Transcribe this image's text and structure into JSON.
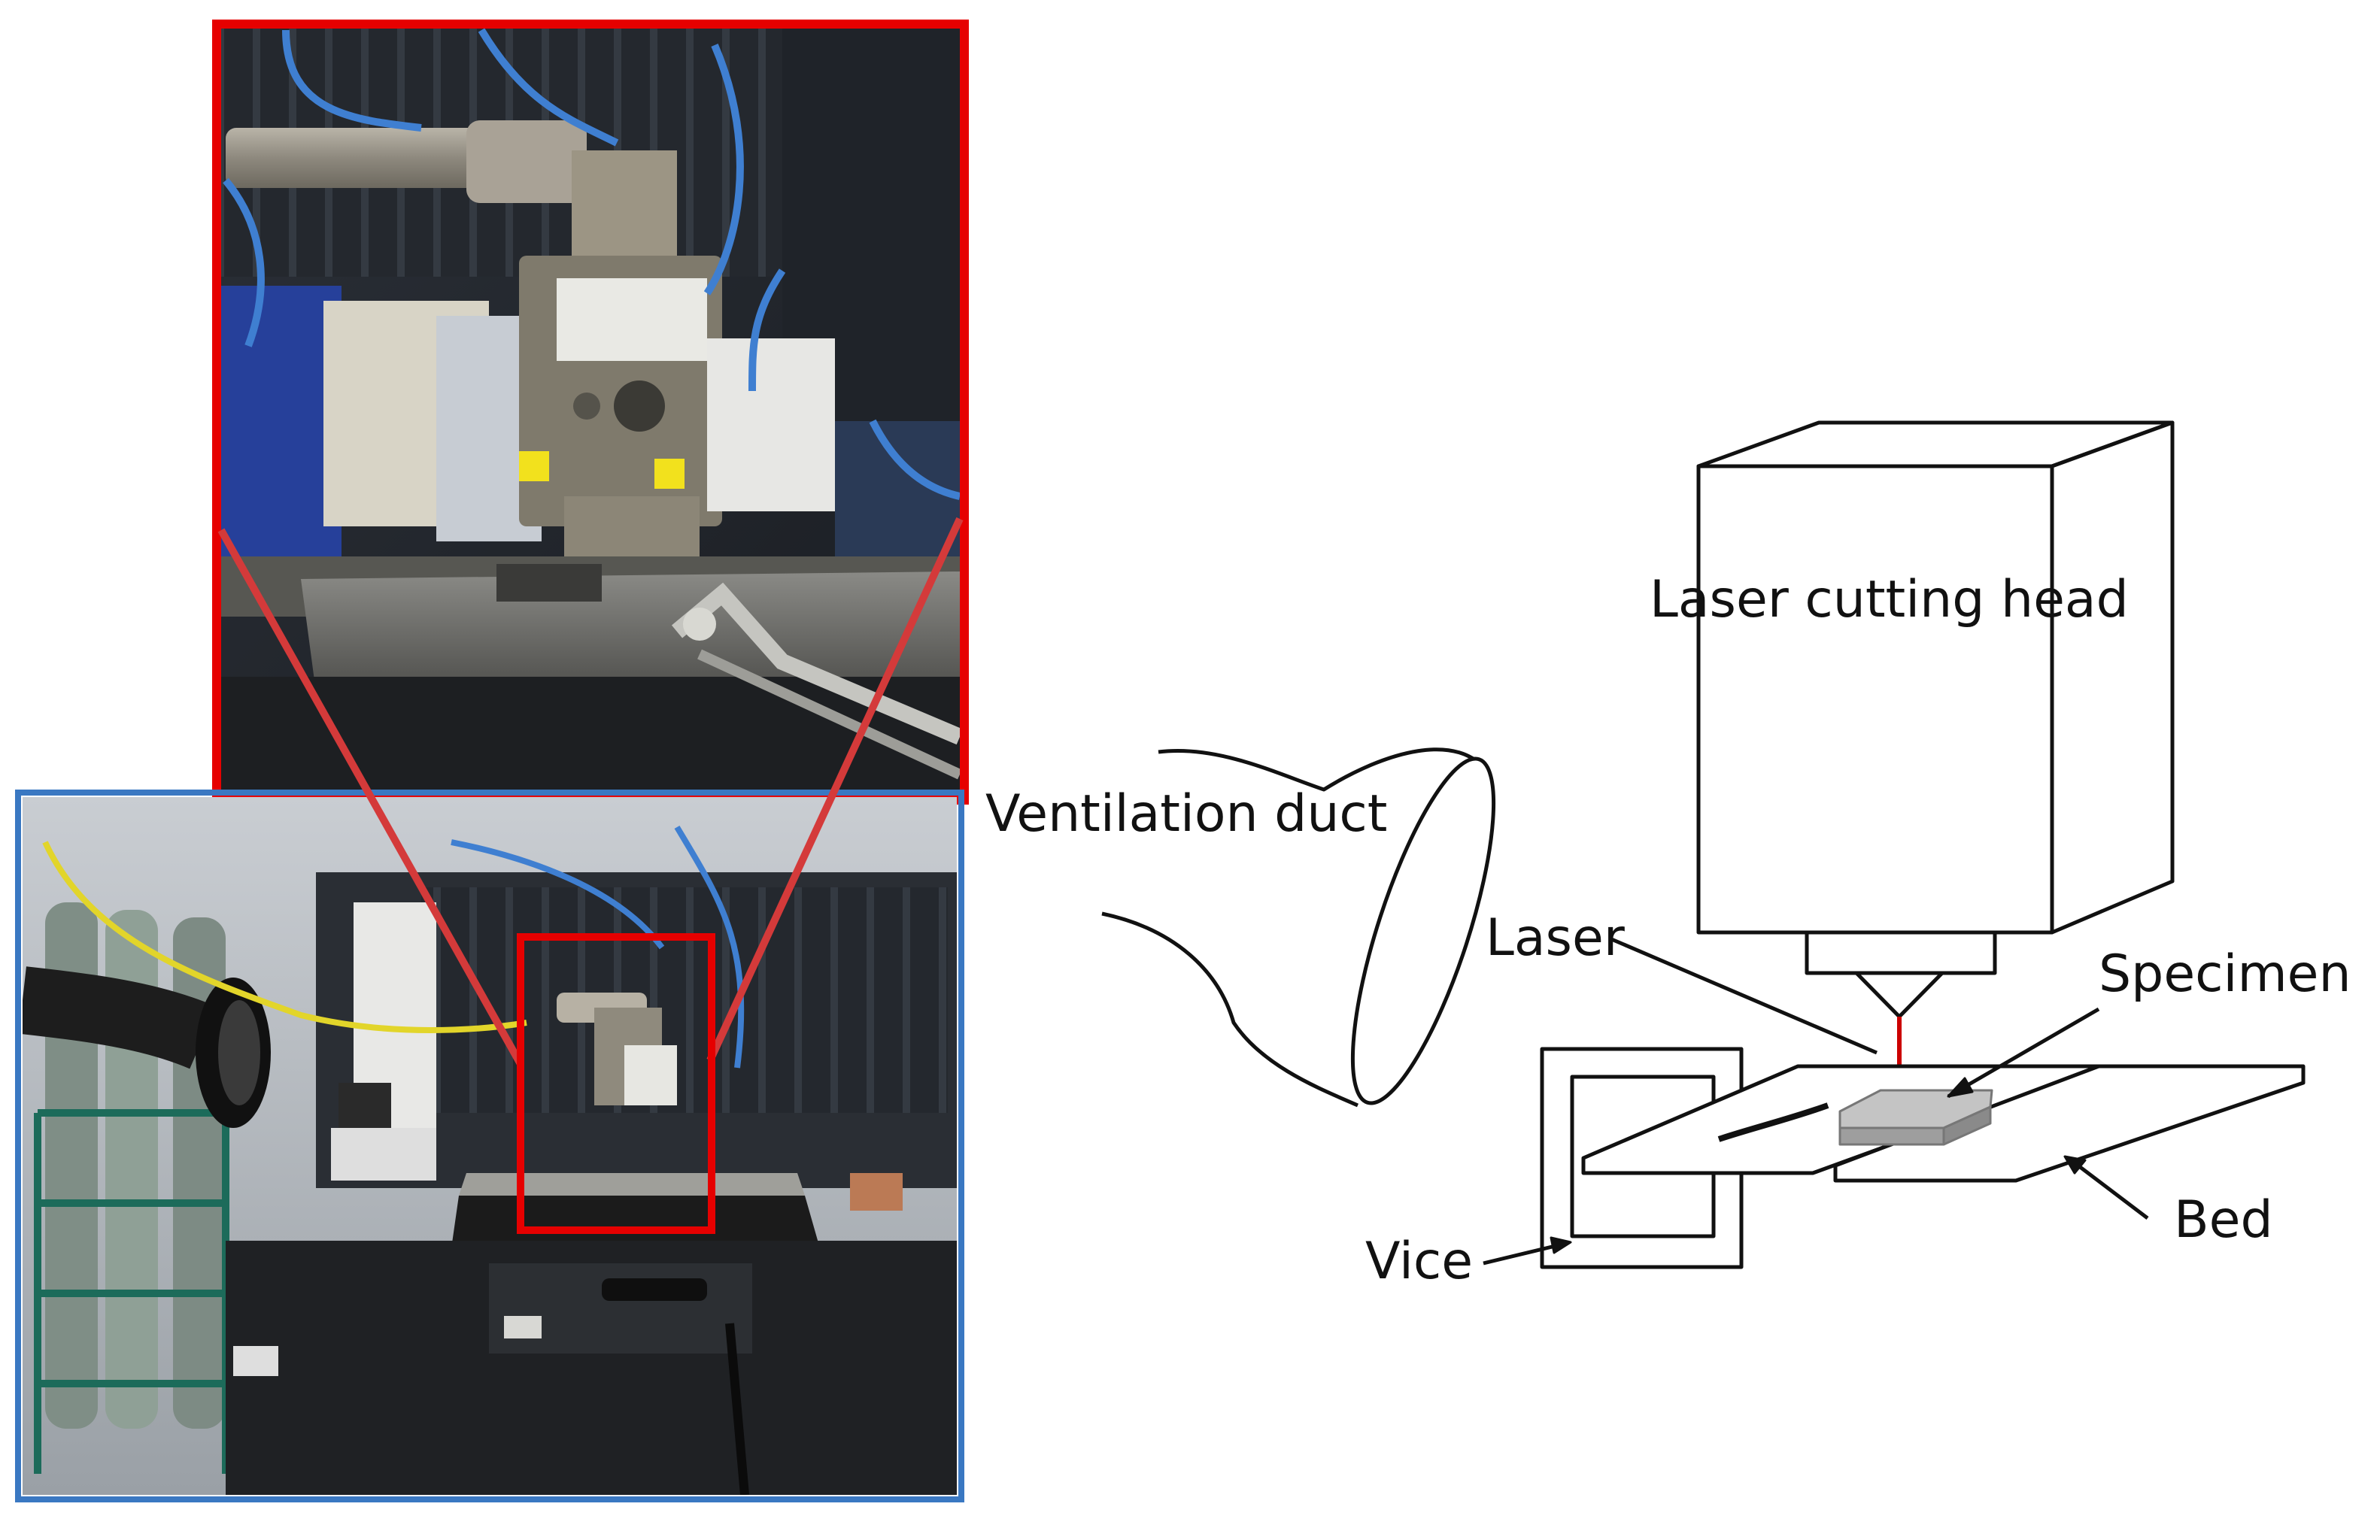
{
  "figure": {
    "photos": {
      "zoom_frame_color": "#e60000",
      "overview_frame_color": "#3a78c2",
      "highlight_box_color": "#e60000"
    },
    "schematic": {
      "line_color": "#111111",
      "beam_color": "#cc0000",
      "labels": {
        "cutting_head": "Laser cutting head",
        "ventilation_duct": "Ventilation duct",
        "laser": "Laser",
        "specimen": "Specimen",
        "bed": "Bed",
        "vice": "Vice"
      }
    }
  }
}
